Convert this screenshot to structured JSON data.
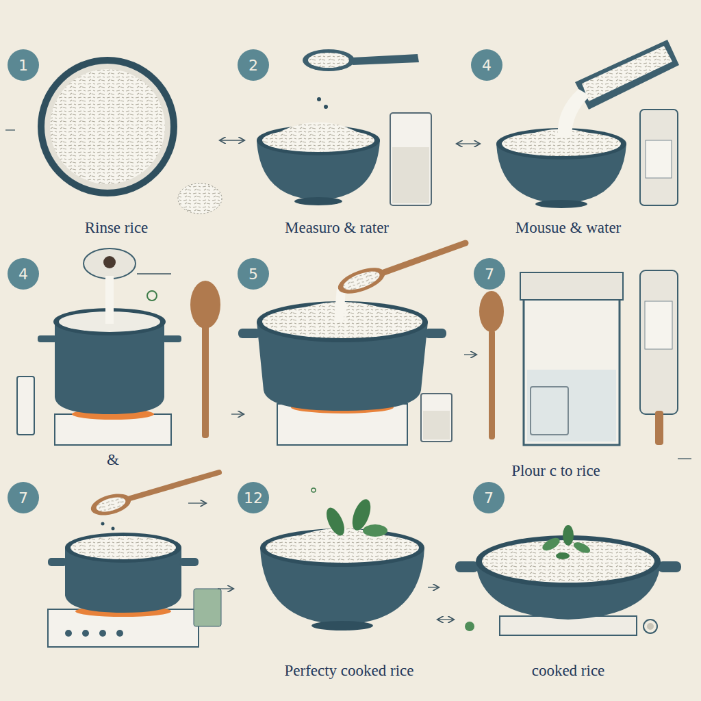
{
  "diagram": {
    "nodes": [
      {
        "text": [
          "1"
        ]
      },
      {
        "text": [
          "2"
        ]
      },
      {
        "text": [
          "4"
        ]
      },
      {
        "text": [
          "4"
        ]
      },
      {
        "text": [
          "5"
        ]
      },
      {
        "text": [
          "7"
        ]
      },
      {
        "text": [
          "7"
        ]
      },
      {
        "text": [
          "12"
        ]
      },
      {
        "text": [
          "7"
        ]
      }
    ],
    "labels": [
      "Rinse rice",
      "Measuro & rater",
      "Mousue & water",
      "&",
      "Plour c to rice",
      "Perfecty cooked rice",
      "cooked rice"
    ]
  }
}
